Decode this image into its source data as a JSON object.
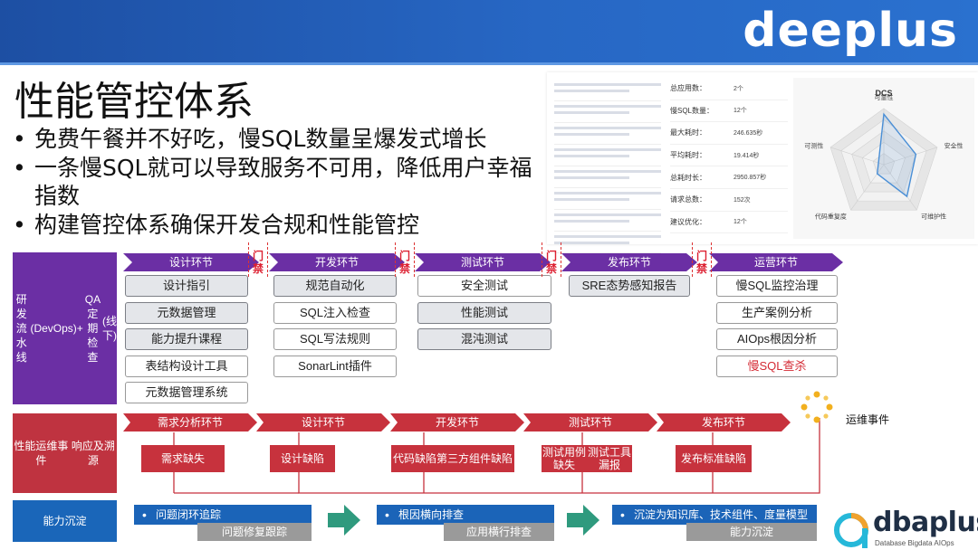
{
  "header": {
    "brand": "deeplus"
  },
  "title": "性能管控体系",
  "bullets": [
    "免费午餐并不好吃，慢SQL数量呈爆发式增长",
    "一条慢SQL就可以导致服务不可用，降低用户幸福指数",
    "构建管控体系确保开发合规和性能管控"
  ],
  "dashboard": {
    "stats": [
      {
        "label": "总应用数：",
        "value": "2个"
      },
      {
        "label": "慢SQL数量：",
        "value": "12个"
      },
      {
        "label": "最大耗时：",
        "value": "246.635秒"
      },
      {
        "label": "平均耗时：",
        "value": "19.414秒"
      },
      {
        "label": "总耗时长：",
        "value": "2950.857秒"
      },
      {
        "label": "请求总数：",
        "value": "152次"
      },
      {
        "label": "建议优化：",
        "value": "12个"
      }
    ],
    "radar": {
      "title": "DCS",
      "axes": [
        "可靠性",
        "安全性",
        "可维护性",
        "代码重复度",
        "可测性"
      ],
      "values": [
        0.9,
        0.6,
        0.7,
        0.2,
        0.1
      ]
    }
  },
  "pipeline": {
    "label_lines": [
      "研发流水线",
      "(DevOps)",
      "+",
      "QA定期检查",
      "(线下)"
    ],
    "gate_label": "门禁",
    "stages": [
      {
        "name": "设计环节",
        "items": [
          {
            "text": "设计指引",
            "style": "gray"
          },
          {
            "text": "元数据管理",
            "style": "gray"
          },
          {
            "text": "能力提升课程",
            "style": "gray"
          },
          {
            "text": "表结构设计工具",
            "style": "plain"
          },
          {
            "text": "元数据管理系统",
            "style": "plain"
          }
        ]
      },
      {
        "name": "开发环节",
        "items": [
          {
            "text": "规范自动化",
            "style": "gray"
          },
          {
            "text": "SQL注入检查",
            "style": "plain"
          },
          {
            "text": "SQL写法规则",
            "style": "plain"
          },
          {
            "text": "SonarLint插件",
            "style": "plain"
          }
        ]
      },
      {
        "name": "测试环节",
        "items": [
          {
            "text": "安全测试",
            "style": "plain"
          },
          {
            "text": "性能测试",
            "style": "gray"
          },
          {
            "text": "混沌测试",
            "style": "gray"
          }
        ]
      },
      {
        "name": "发布环节",
        "items": [
          {
            "text": "SRE态势感知报告",
            "style": "gray"
          }
        ]
      },
      {
        "name": "运营环节",
        "items": [
          {
            "text": "慢SQL监控治理",
            "style": "plain"
          },
          {
            "text": "生产案例分析",
            "style": "plain"
          },
          {
            "text": "AIOps根因分析",
            "style": "plain"
          },
          {
            "text": "慢SQL查杀",
            "style": "alert"
          }
        ]
      }
    ]
  },
  "incident": {
    "label_lines": [
      "性能运维事件",
      "响应及溯源"
    ],
    "stages": [
      "需求分析环节",
      "设计环节",
      "开发环节",
      "测试环节",
      "发布环节"
    ],
    "defects": [
      [
        "需求缺失"
      ],
      [
        "设计缺陷"
      ],
      [
        "代码缺陷",
        "第三方组件缺陷"
      ],
      [
        "测试用例缺失",
        "测试工具漏报"
      ],
      [
        "发布标准缺陷"
      ]
    ],
    "event_label": "运维事件"
  },
  "capability": {
    "label": "能力沉淀",
    "items": [
      {
        "title": "问题闭环追踪",
        "sub": "问题修复跟踪"
      },
      {
        "title": "根因横向排查",
        "sub": "应用横行排查"
      },
      {
        "title": "沉淀为知识库、技术组件、度量模型",
        "sub": "能力沉淀"
      }
    ]
  },
  "footer_logo": {
    "name": "dbaplus",
    "tagline": "Database  Bigdata  AIOps"
  }
}
